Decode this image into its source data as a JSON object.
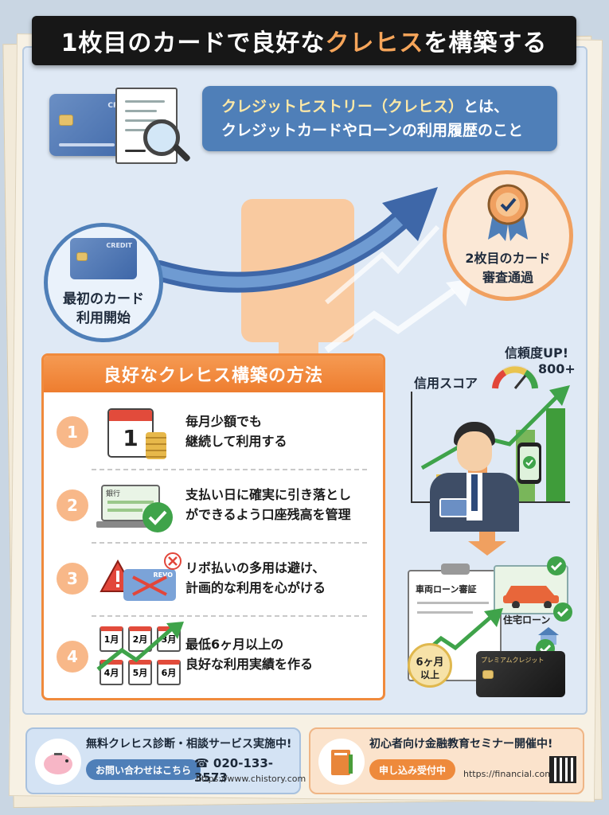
{
  "title": {
    "prefix": "1枚目のカードで良好な",
    "accent": "クレヒス",
    "suffix": "を構築する"
  },
  "definition": {
    "line1_hl": "クレジットヒストリー（クレヒス）",
    "line1_rest": "とは、",
    "line2": "クレジットカードやローンの利用履歴のこと"
  },
  "card_text": "CREDIT",
  "journey": {
    "start_line1": "最初のカード",
    "start_line2": "利用開始",
    "goal_line1": "2枚目のカード",
    "goal_line2": "審査通過"
  },
  "methods": {
    "heading": "良好なクレヒス構築の方法",
    "steps": [
      {
        "num": "1",
        "line1": "毎月少額でも",
        "line2": "継続して利用する"
      },
      {
        "num": "2",
        "line1": "支払い日に確実に引き落とし",
        "line2": "ができるよう口座残高を管理"
      },
      {
        "num": "3",
        "line1": "リボ払いの多用は避け、",
        "line2": "計画的な利用を心がける"
      },
      {
        "num": "4",
        "line1": "最低6ヶ月以上の",
        "line2": "良好な利用実績を作る"
      }
    ],
    "calendar_day": "1",
    "bank_label": "銀行",
    "revo_label": "REVO",
    "months": [
      "1月",
      "2月",
      "3月",
      "4月",
      "5月",
      "6月"
    ]
  },
  "score": {
    "label": "信用スコア",
    "trust_up": "信頼度UP!",
    "value": "800+",
    "bar_levels": [
      0.25,
      0.45,
      0.65,
      0.85
    ],
    "bar_colors": [
      "#e9c44f",
      "#f0a060",
      "#79b65a",
      "#3f9c3a"
    ]
  },
  "loans": {
    "car_loan": "車両ローン審証",
    "home_loan": "住宅ローン",
    "months_badge_1": "6ヶ月",
    "months_badge_2": "以上",
    "premium_card": "プレミアムクレジット"
  },
  "banner_left": {
    "heading": "無料クレヒス診断・相談サービス実施中!",
    "button": "お問い合わせはこちら",
    "phone": "020-133-3573",
    "url": "https://www.chistory.com"
  },
  "banner_right": {
    "heading": "初心者向け金融教育セミナー開催中!",
    "button": "申し込み受付中",
    "url": "https://financial.com/"
  },
  "colors": {
    "accent_orange": "#f08a3c",
    "accent_blue": "#4f7fb8",
    "check_green": "#3fa34a"
  }
}
